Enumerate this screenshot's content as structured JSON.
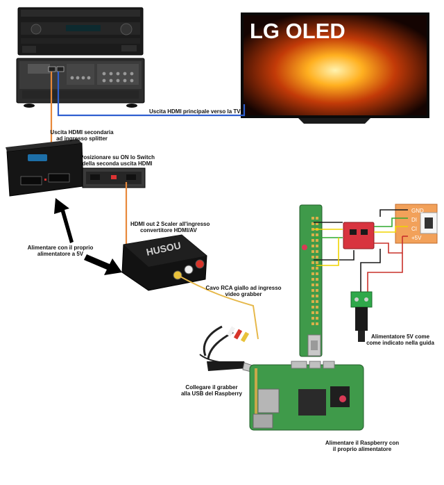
{
  "tv": {
    "brand": "LG OLED"
  },
  "labels": {
    "hdmi_main": "Uscita HDMI principale verso la TV",
    "hdmi_secondary_l1": "Uscita HDMI secondaria",
    "hdmi_secondary_l2": "ad ingresso splitter",
    "switch_l1": "Posizionare su ON lo Switch",
    "switch_l2": "della seconda uscita HDMI",
    "scaler_l1": "HDMI out 2 Scaler all'ingresso",
    "scaler_l2": "convertitore HDMI/AV",
    "power_l1": "Alimentare con il proprio",
    "power_l2": "alimentatore a 5V",
    "rca_l1": "Cavo RCA giallo ad ingresso",
    "rca_l2": "video grabber",
    "grabber_l1": "Collegare il grabber",
    "grabber_l2": "alla USB del Raspberry",
    "psu_l1": "Alimentatore 5V come",
    "psu_l2": "come indicato nella guida",
    "rpi_power_l1": "Alimentare il Raspberry con",
    "rpi_power_l2": "il proprio alimentatore"
  },
  "led_pins": [
    "GND",
    "DI",
    "CI",
    "+5V"
  ],
  "colors": {
    "hdmi_blue": "#2f5fd0",
    "hdmi_orange": "#e8883a",
    "rca_yellow": "#e6b84a",
    "wire_red": "#c8302a",
    "wire_black": "#1a1a1a",
    "wire_yellow": "#f0d400",
    "wire_green": "#2fa82f",
    "pcb_green": "#3f9a4a",
    "level_shifter": "#d8343f",
    "led_strip": "#f2a15a",
    "tv_body": "#101010"
  }
}
